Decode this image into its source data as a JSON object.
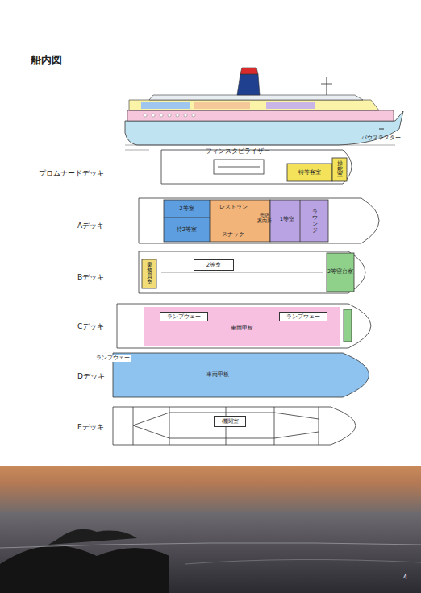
{
  "diagram": {
    "title": "船内図",
    "nodes": [
      {
        "text": [
          "特等客室"
        ]
      },
      {
        "text": [
          "操舵室"
        ]
      },
      {
        "text": [
          "2等室"
        ]
      },
      {
        "text": [
          "特2等室"
        ]
      },
      {
        "text": [
          "レストラン"
        ]
      },
      {
        "text": [
          "スナック"
        ]
      },
      {
        "text": [
          "売店",
          "案内所"
        ]
      },
      {
        "text": [
          "1等室"
        ]
      },
      {
        "text": [
          "ラウンジ"
        ]
      },
      {
        "text": [
          "乗務員室"
        ]
      },
      {
        "text": [
          "2等室"
        ]
      },
      {
        "text": [
          "2等寝台室"
        ]
      },
      {
        "text": [
          "車両甲板"
        ]
      },
      {
        "text": [
          "ランプウェー"
        ],
        "in": 12
      },
      {
        "text": [
          "ランプウェー"
        ],
        "in": 12
      },
      {
        "text": [
          "車両甲板"
        ]
      },
      {
        "text": [
          "機関室"
        ]
      }
    ],
    "labels": [
      "フィンスタビライザー",
      "バウスラスター",
      "プロムナードデッキ",
      "Aデッキ",
      "Bデッキ",
      "Cデッキ",
      "Dデッキ",
      "Eデッキ",
      "ランプウェー",
      "4"
    ]
  }
}
